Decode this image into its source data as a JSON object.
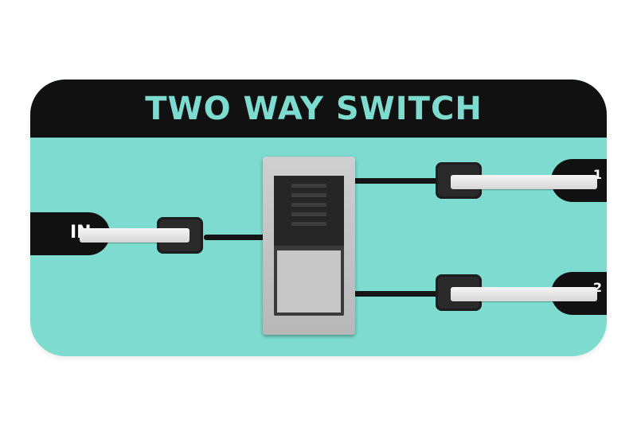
{
  "header": {
    "title": "TWO WAY SWITCH"
  },
  "ports": {
    "input_label": "IN",
    "output_1_label": "1",
    "output_2_label": "2"
  },
  "switch": {
    "position": "up"
  },
  "colors": {
    "board": "#7ddbd0",
    "header": "#111111",
    "title": "#7ddbd0"
  }
}
